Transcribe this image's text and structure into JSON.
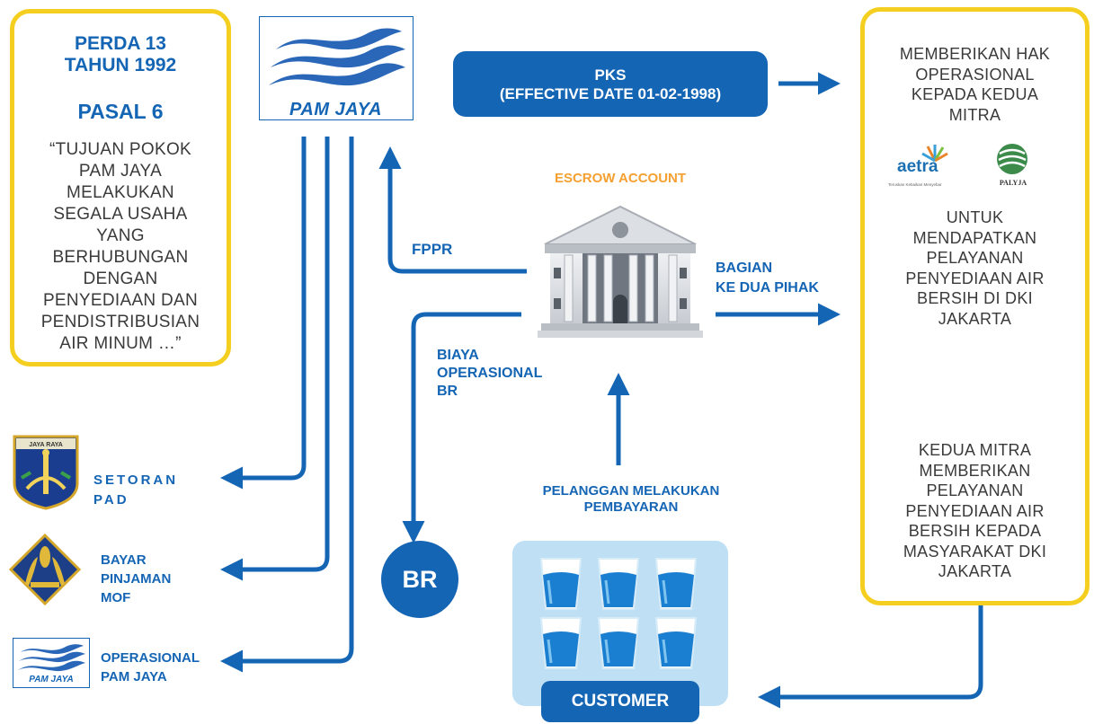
{
  "perda": {
    "title": "PERDA 13\nTAHUN 1992",
    "pasal": "PASAL 6",
    "quote": "“TUJUAN POKOK\nPAM JAYA\nMELAKUKAN\nSEGALA USAHA\nYANG\nBERHUBUNGAN\nDENGAN\nPENYEDIAAN DAN\nPENDISTRIBUSIAN\nAIR MINUM …”"
  },
  "logo": {
    "name": "PAM JAYA"
  },
  "pks": {
    "line1": "PKS",
    "line2": "(EFFECTIVE DATE 01-02-1998)"
  },
  "escrow": {
    "label": "ESCROW ACCOUNT"
  },
  "flows": {
    "fppr": "FPPR",
    "bagian": "BAGIAN\nKE DUA PIHAK",
    "biaya": "BIAYA\nOPERASIONAL\nBR",
    "pelanggan": "PELANGGAN MELAKUKAN\nPEMBAYARAN"
  },
  "br": {
    "label": "BR"
  },
  "customer": {
    "label": "CUSTOMER",
    "glass_count": 6
  },
  "right_panel": {
    "text1": "MEMBERIKAN HAK\nOPERASIONAL\nKEPADA KEDUA\nMITRA",
    "partners": [
      "aetra",
      "PALYJA"
    ],
    "aetra_tagline": "Teruskan Kebaikan Menyebar",
    "text2": "UNTUK\nMENDAPATKAN\nPELAYANAN\nPENYEDIAAN AIR\nBERSIH DI DKI\nJAKARTA",
    "text3": "KEDUA MITRA\nMEMBERIKAN\nPELAYANAN\nPENYEDIAAN AIR\nBERSIH KEPADA\nMASYARAKAT DKI\nJAKARTA"
  },
  "outputs": {
    "setoran": "SETORAN\nPAD",
    "bayar": "BAYAR\nPINJAMAN\nMOF",
    "operasional": "OPERASIONAL\nPAM JAYA",
    "jakarta_crest_text": "JAYA RAYA"
  },
  "colors": {
    "accent_blue": "#1565b5",
    "yellow": "#f5cf1f",
    "orange": "#f5a030",
    "light_blue": "#bfe0f4"
  }
}
